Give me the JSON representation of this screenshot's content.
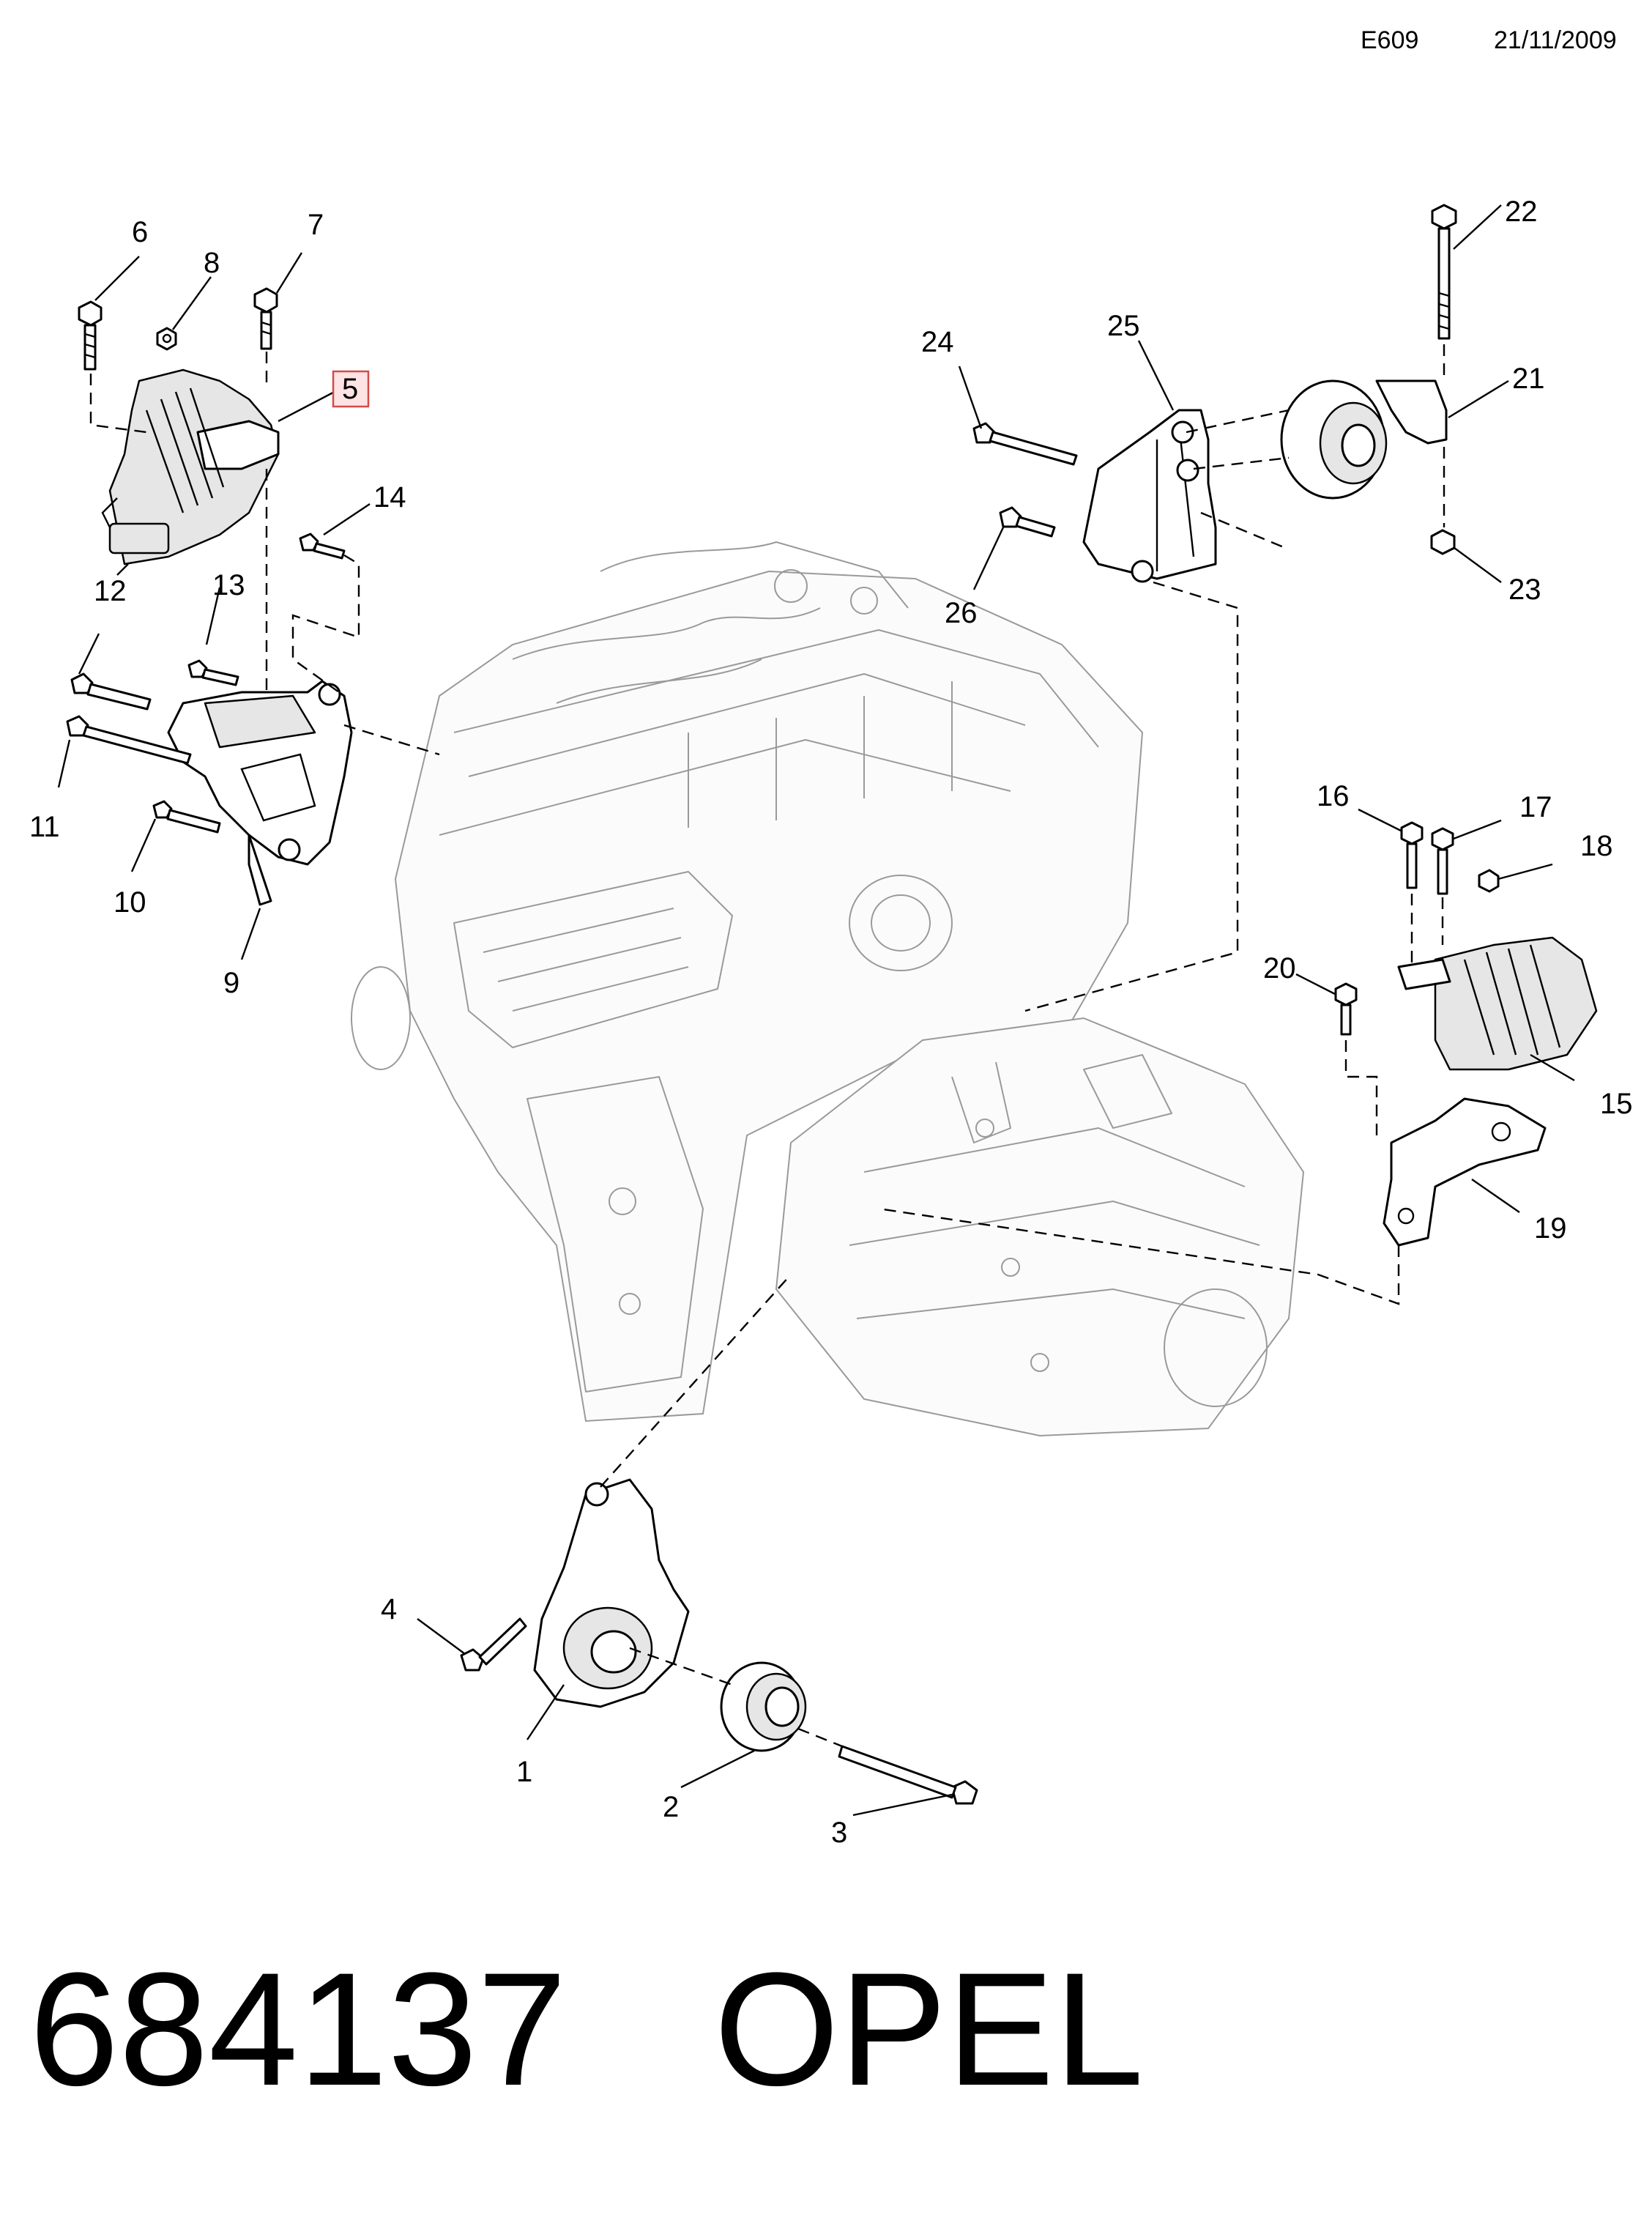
{
  "header": {
    "code": "E609",
    "date": "21/11/2009"
  },
  "callouts": [
    {
      "id": "c1",
      "label": "1"
    },
    {
      "id": "c2",
      "label": "2"
    },
    {
      "id": "c3",
      "label": "3"
    },
    {
      "id": "c4",
      "label": "4"
    },
    {
      "id": "c5",
      "label": "5",
      "highlighted": true
    },
    {
      "id": "c6",
      "label": "6"
    },
    {
      "id": "c7",
      "label": "7"
    },
    {
      "id": "c8",
      "label": "8"
    },
    {
      "id": "c9",
      "label": "9"
    },
    {
      "id": "c10",
      "label": "10"
    },
    {
      "id": "c11",
      "label": "11"
    },
    {
      "id": "c12",
      "label": "12"
    },
    {
      "id": "c13",
      "label": "13"
    },
    {
      "id": "c14",
      "label": "14"
    },
    {
      "id": "c15",
      "label": "15"
    },
    {
      "id": "c16",
      "label": "16"
    },
    {
      "id": "c17",
      "label": "17"
    },
    {
      "id": "c18",
      "label": "18"
    },
    {
      "id": "c19",
      "label": "19"
    },
    {
      "id": "c20",
      "label": "20"
    },
    {
      "id": "c21",
      "label": "21"
    },
    {
      "id": "c22",
      "label": "22"
    },
    {
      "id": "c23",
      "label": "23"
    },
    {
      "id": "c24",
      "label": "24"
    },
    {
      "id": "c25",
      "label": "25"
    },
    {
      "id": "c26",
      "label": "26"
    }
  ],
  "footer": {
    "part_number": "684137",
    "brand": "OPEL"
  },
  "colors": {
    "line": "#000000",
    "engine_line": "#9a9a9a",
    "highlight_border": "#d34b4b",
    "highlight_fill": "#fde3e3"
  }
}
